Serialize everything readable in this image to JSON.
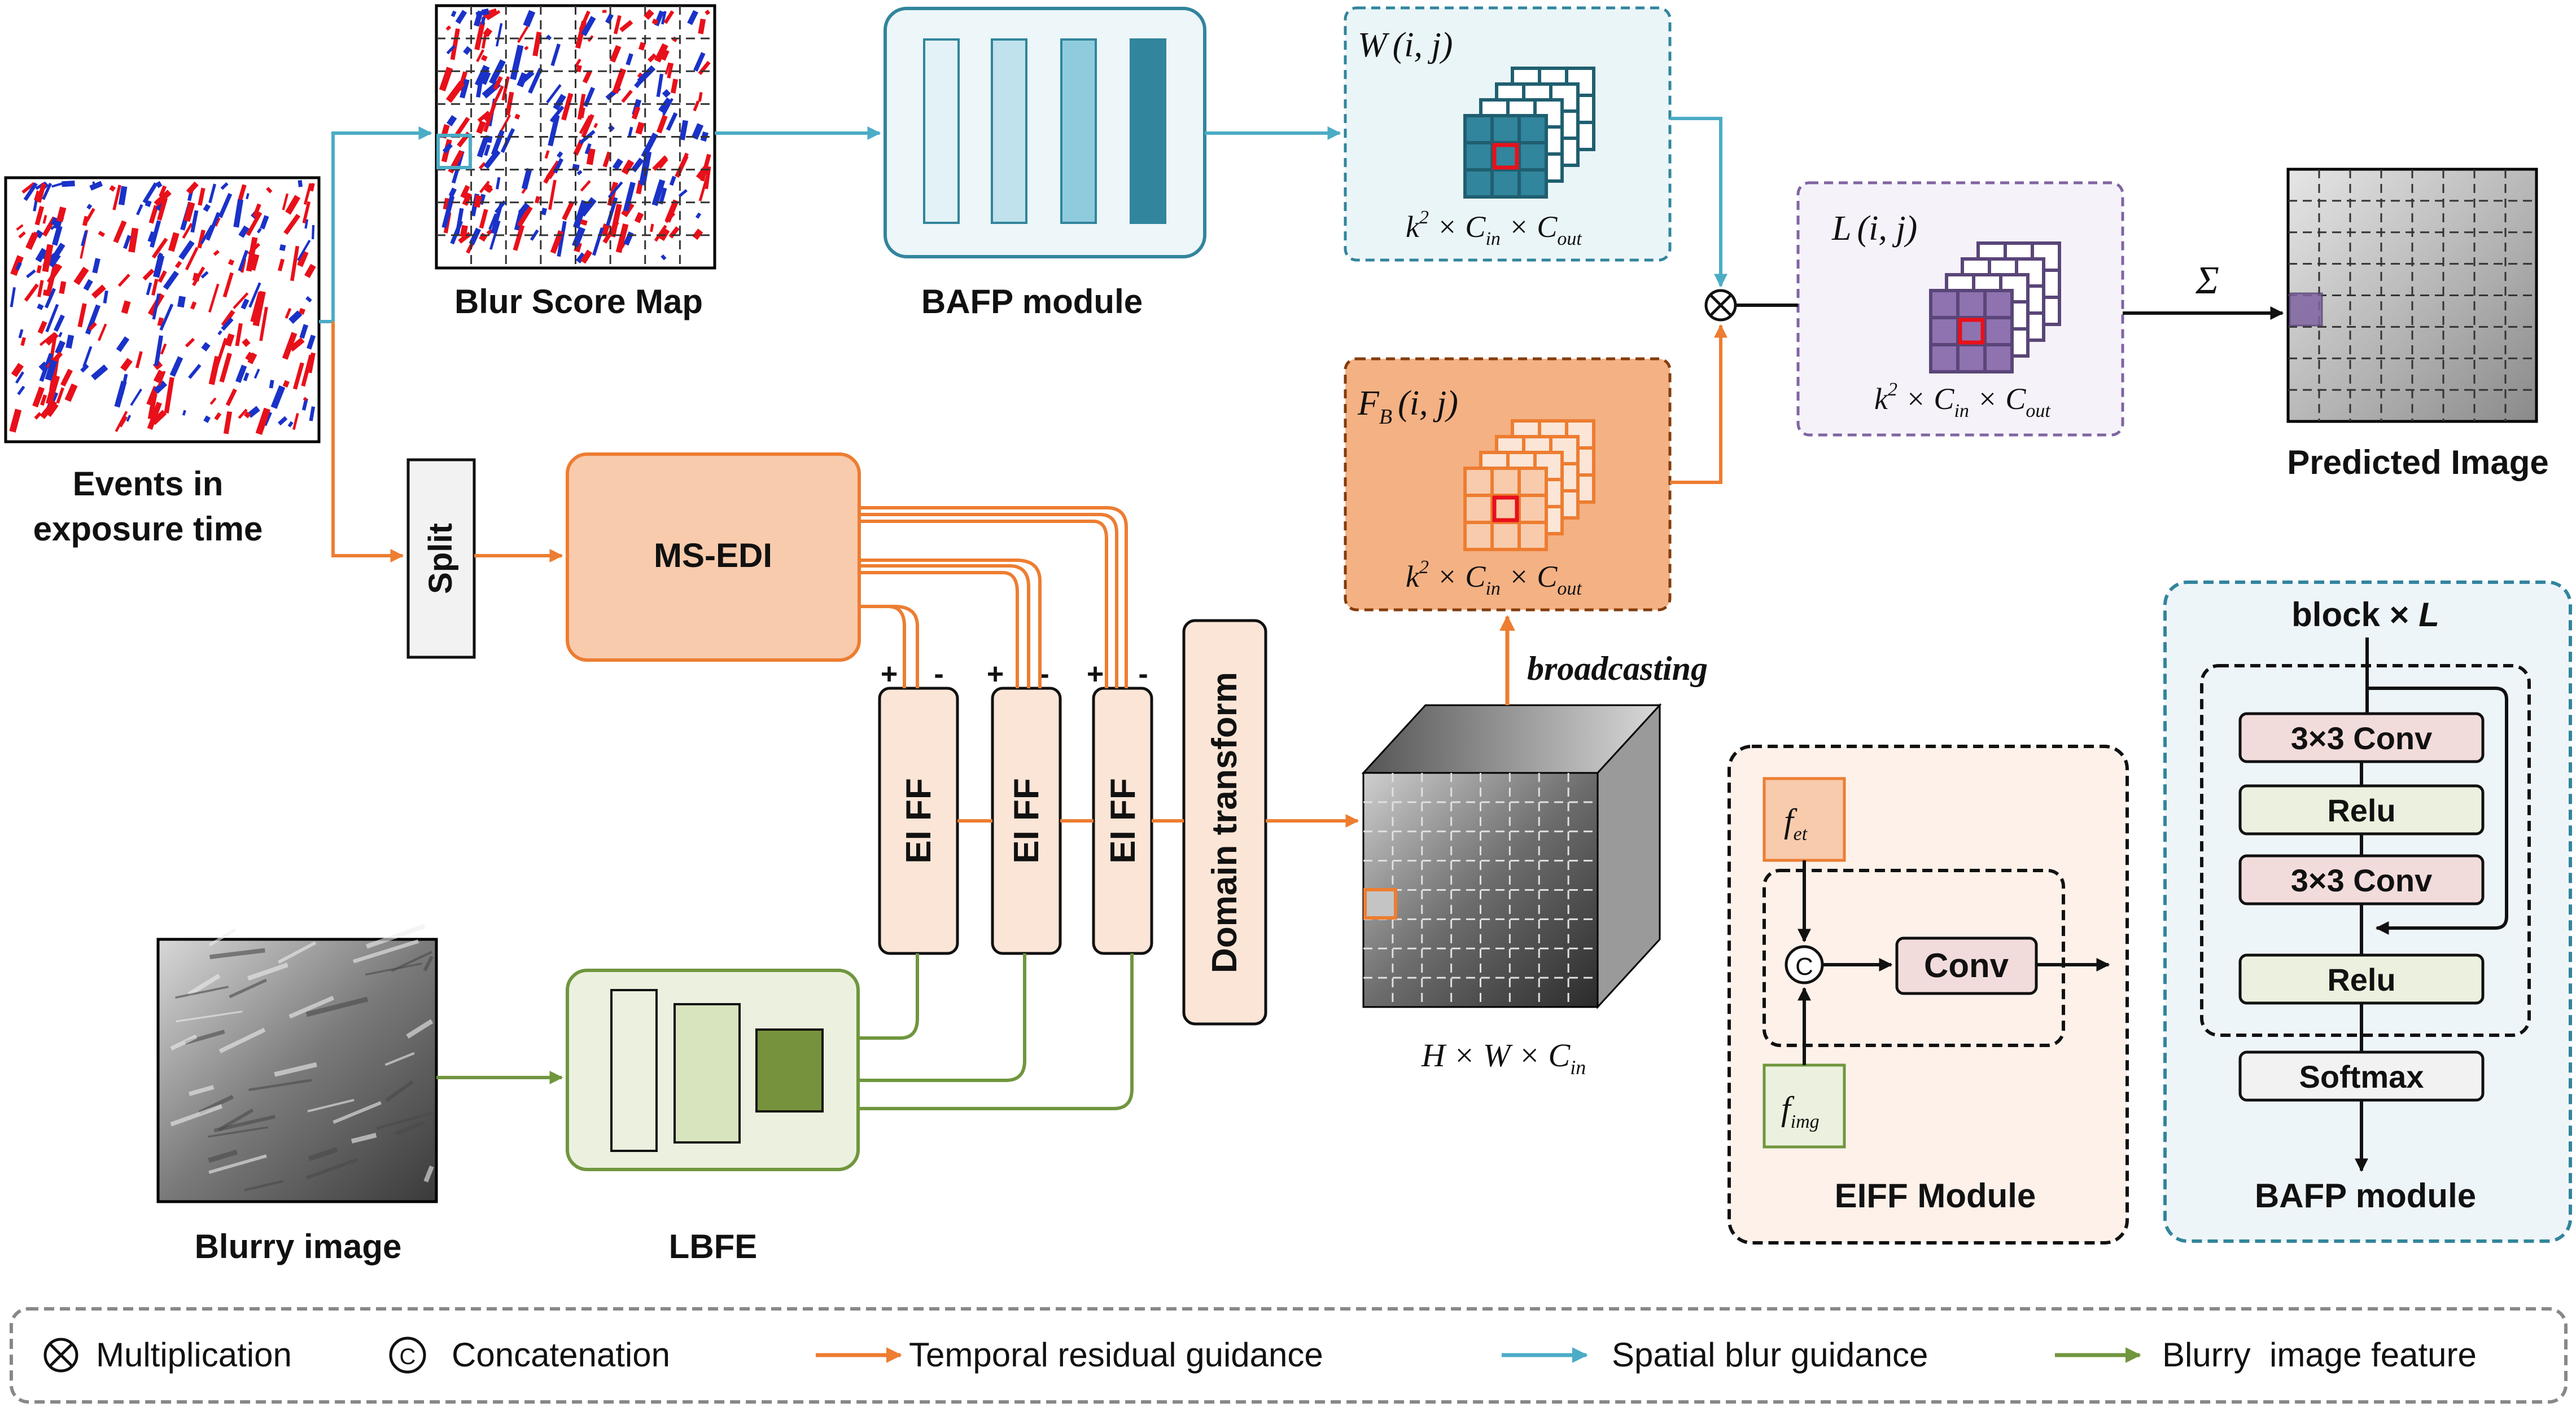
{
  "colors": {
    "temporal": "#ED7D31",
    "spatial": "#4BACC6",
    "blurry": "#70963E",
    "bafp_fill": "#EDF6F9",
    "bafp_border": "#31859C",
    "orange_fill": "#F4B183",
    "orange_light": "#FBE5D6",
    "purple_border": "#8064A2",
    "purple_fill": "#F5F2FA",
    "green_fill": "#EBF1DE",
    "pink_fill": "#F2DCDB",
    "event_red": "#E8101A",
    "event_blue": "#1A32C8"
  },
  "labels": {
    "events": [
      "Events in",
      "exposure time"
    ],
    "blur_score_map": "Blur Score Map",
    "bafp_module": "BAFP module",
    "predicted_image": "Predicted Image",
    "blurry_image": "Blurry image",
    "lbfe": "LBFE",
    "split": "Split",
    "ms_edi": "MS-EDI",
    "ei_ff": "EI FF",
    "plus": "+",
    "minus": "-",
    "domain_transform": "Domain transform",
    "broadcasting": "broadcasting",
    "sigma": "Σ",
    "multiply_symbol": "⊗",
    "concat_symbol": "C"
  },
  "math": {
    "w": "W",
    "l": "L",
    "fb_main": "F",
    "fb_sub": "B",
    "ij": "(i, j)",
    "k": "k",
    "k_sup": "2",
    "times": "×",
    "c": "C",
    "in_sub": "in",
    "out_sub": "out",
    "h": "H",
    "w_dim": "W"
  },
  "eiff": {
    "title": "EIFF Module",
    "f": "f",
    "f_et_sub": "et",
    "f_img_sub": "img",
    "conv": "Conv"
  },
  "bafp_detail": {
    "title": "BAFP module",
    "block_label": "block × ",
    "block_l": "L",
    "layers": [
      "3×3 Conv",
      "Relu",
      "3×3 Conv",
      "Relu",
      "Softmax"
    ]
  },
  "legend": [
    {
      "symbol": "⊗",
      "label": "Multiplication"
    },
    {
      "symbol": "C",
      "label": "Concatenation"
    },
    {
      "symbol": "orange-arrow",
      "label": "Temporal residual guidance"
    },
    {
      "symbol": "blue-arrow",
      "label": "Spatial blur guidance"
    },
    {
      "symbol": "green-arrow",
      "label": "Blurry  image feature"
    }
  ]
}
